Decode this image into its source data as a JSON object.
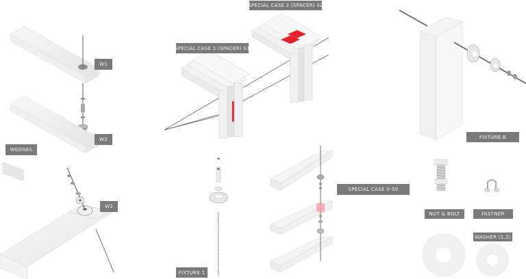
{
  "diagram": {
    "background": "#ffffff",
    "label_color": "#7a7a7a",
    "accent_red": "#e8202a",
    "labels": {
      "w1": "W1",
      "w2_top": "W2",
      "wedges": "WEDGES",
      "w2_bottom": "W2",
      "special_case_1": "SPECIAL CASE 1 (SPACER) S1",
      "special_case_2": "SPECIAL CASE 2 (SPACER) S2",
      "fixture_b": "FIXTURE B",
      "fixture_1": "FIXTURE 1",
      "special_case_0": "SPECIAL CASE 0-S0",
      "nut_bolt": "NUT & BOLT",
      "fastner": "FASTNER",
      "washer": "WASHER (1,2)"
    }
  }
}
